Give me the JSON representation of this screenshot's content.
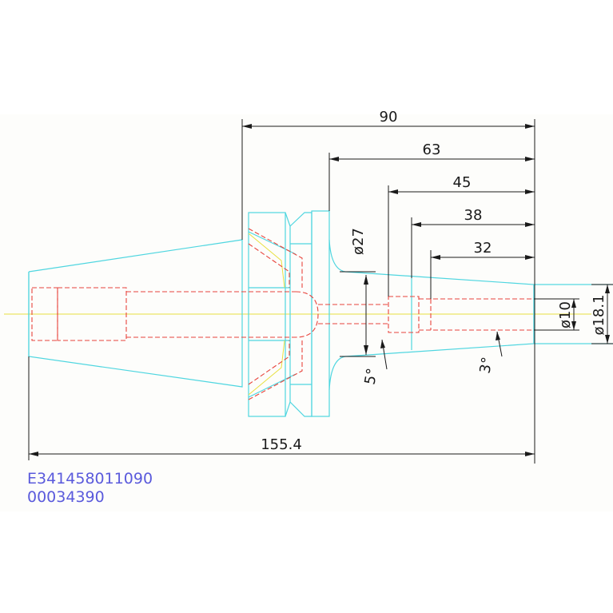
{
  "dimensions": {
    "d90": "90",
    "d63": "63",
    "d45": "45",
    "d38": "38",
    "d32": "32",
    "d155": "155.4",
    "dia27": "ø27",
    "dia10": "ø10",
    "dia18": "ø18.1",
    "ang5": "5°",
    "ang3": "3°"
  },
  "codes": {
    "part_number": "E341458011090",
    "order_number": "00034390"
  }
}
